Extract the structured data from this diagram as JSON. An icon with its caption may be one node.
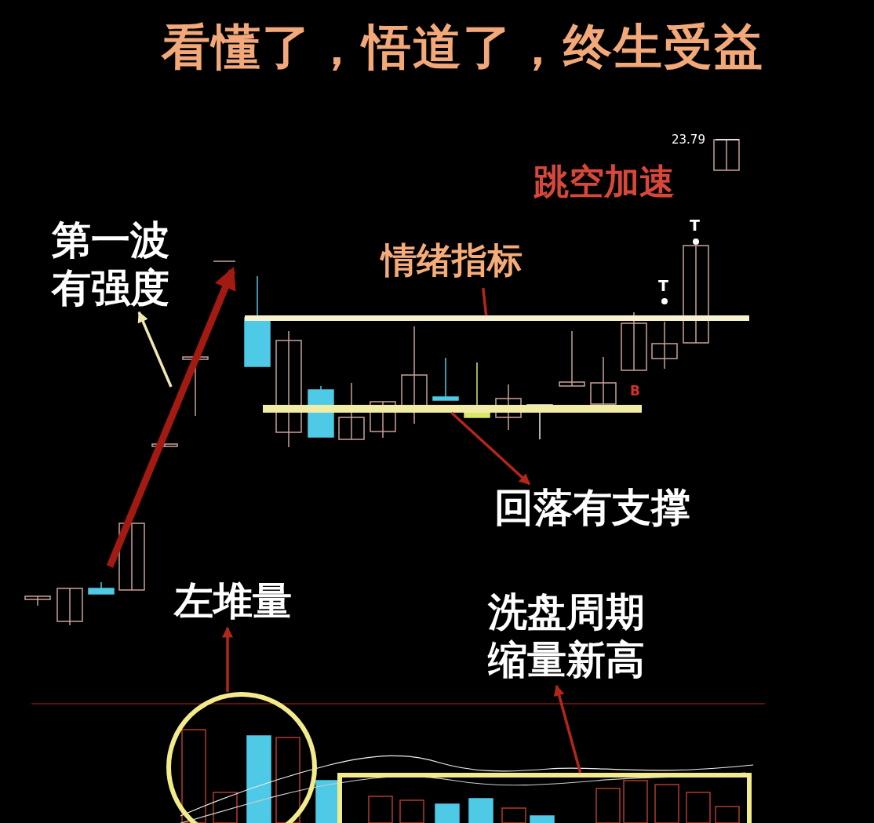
{
  "diagram": {
    "title": "看懂了，悟道了，终生受益",
    "nodes": [
      {
        "text": [
          "第一波有强度"
        ]
      },
      {
        "text": [
          "情绪指标"
        ]
      },
      {
        "text": [],
        "shape": "bar"
      },
      {
        "text": [],
        "shape": "bar"
      },
      {
        "text": [
          "回落有支撑"
        ]
      },
      {
        "text": [
          "跳空加速"
        ]
      },
      {
        "text": [
          "左堆量"
        ]
      },
      {
        "text": [],
        "shape": "circle"
      },
      {
        "text": [
          "洗盘周期缩量新高"
        ]
      },
      {
        "text": [],
        "shape": "box"
      }
    ],
    "edges": [
      {
        "from": null,
        "to": 0,
        "arrow": "to",
        "color": "#f0e8b0"
      },
      {
        "from": 1,
        "to": 2,
        "arrow": "none"
      },
      {
        "from": 3,
        "to": 4,
        "arrow": "to"
      },
      {
        "from": 7,
        "to": 6,
        "arrow": "to"
      },
      {
        "from": 9,
        "to": 8,
        "arrow": "to"
      }
    ],
    "labels": [
      "23.79",
      "T",
      "T",
      "B"
    ]
  }
}
